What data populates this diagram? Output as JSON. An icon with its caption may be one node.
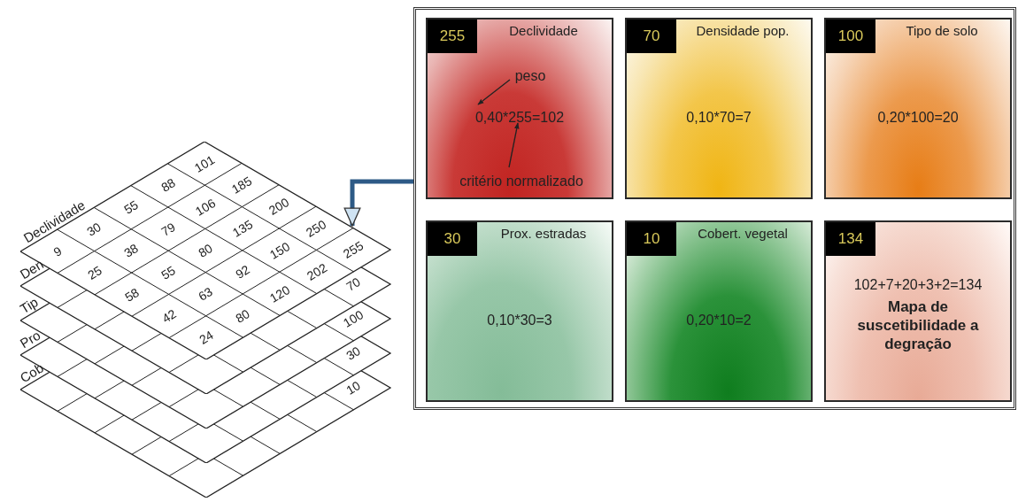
{
  "diagram": {
    "nodes": [
      {
        "text": [
          "Declividade",
          "9",
          "30",
          "55",
          "88",
          "101",
          "25",
          "38",
          "79",
          "106",
          "185",
          "58",
          "55",
          "80",
          "135",
          "200",
          "42",
          "63",
          "92",
          "150",
          "250",
          "24",
          "80",
          "120",
          "202",
          "255"
        ]
      },
      {
        "text": [
          "Den",
          "70"
        ]
      },
      {
        "text": [
          "Tip",
          "100"
        ]
      },
      {
        "text": [
          "Pro",
          "30"
        ]
      },
      {
        "text": [
          "Cob",
          "10"
        ]
      },
      {
        "text": [],
        "shape": "box"
      },
      {
        "text": [
          "255",
          "Declividade",
          "0,40*255=102"
        ],
        "in": 5
      },
      {
        "text": [
          "peso"
        ],
        "in": 6
      },
      {
        "text": [
          "critério normalizado"
        ],
        "in": 6
      },
      {
        "text": [
          "70",
          "Densidade pop.",
          "0,10*70=7"
        ],
        "in": 5
      },
      {
        "text": [
          "100",
          "Tipo de solo",
          "0,20*100=20"
        ],
        "in": 5
      },
      {
        "text": [
          "30",
          "Prox. estradas",
          "0,10*30=3"
        ],
        "in": 5
      },
      {
        "text": [
          "10",
          "Cobert. vegetal",
          "0,20*10=2"
        ],
        "in": 5
      },
      {
        "text": [
          "134",
          "102+7+20+3+2=134",
          "Mapa de suscetibilidade a degração"
        ],
        "in": 5
      }
    ],
    "edges": [
      {
        "from": 5,
        "to": 0,
        "arrow": "to",
        "style": "thick",
        "color": "#2d5a86"
      },
      {
        "from": 7,
        "to": null,
        "arrow": "to"
      },
      {
        "from": 8,
        "to": null,
        "arrow": "to"
      }
    ]
  }
}
